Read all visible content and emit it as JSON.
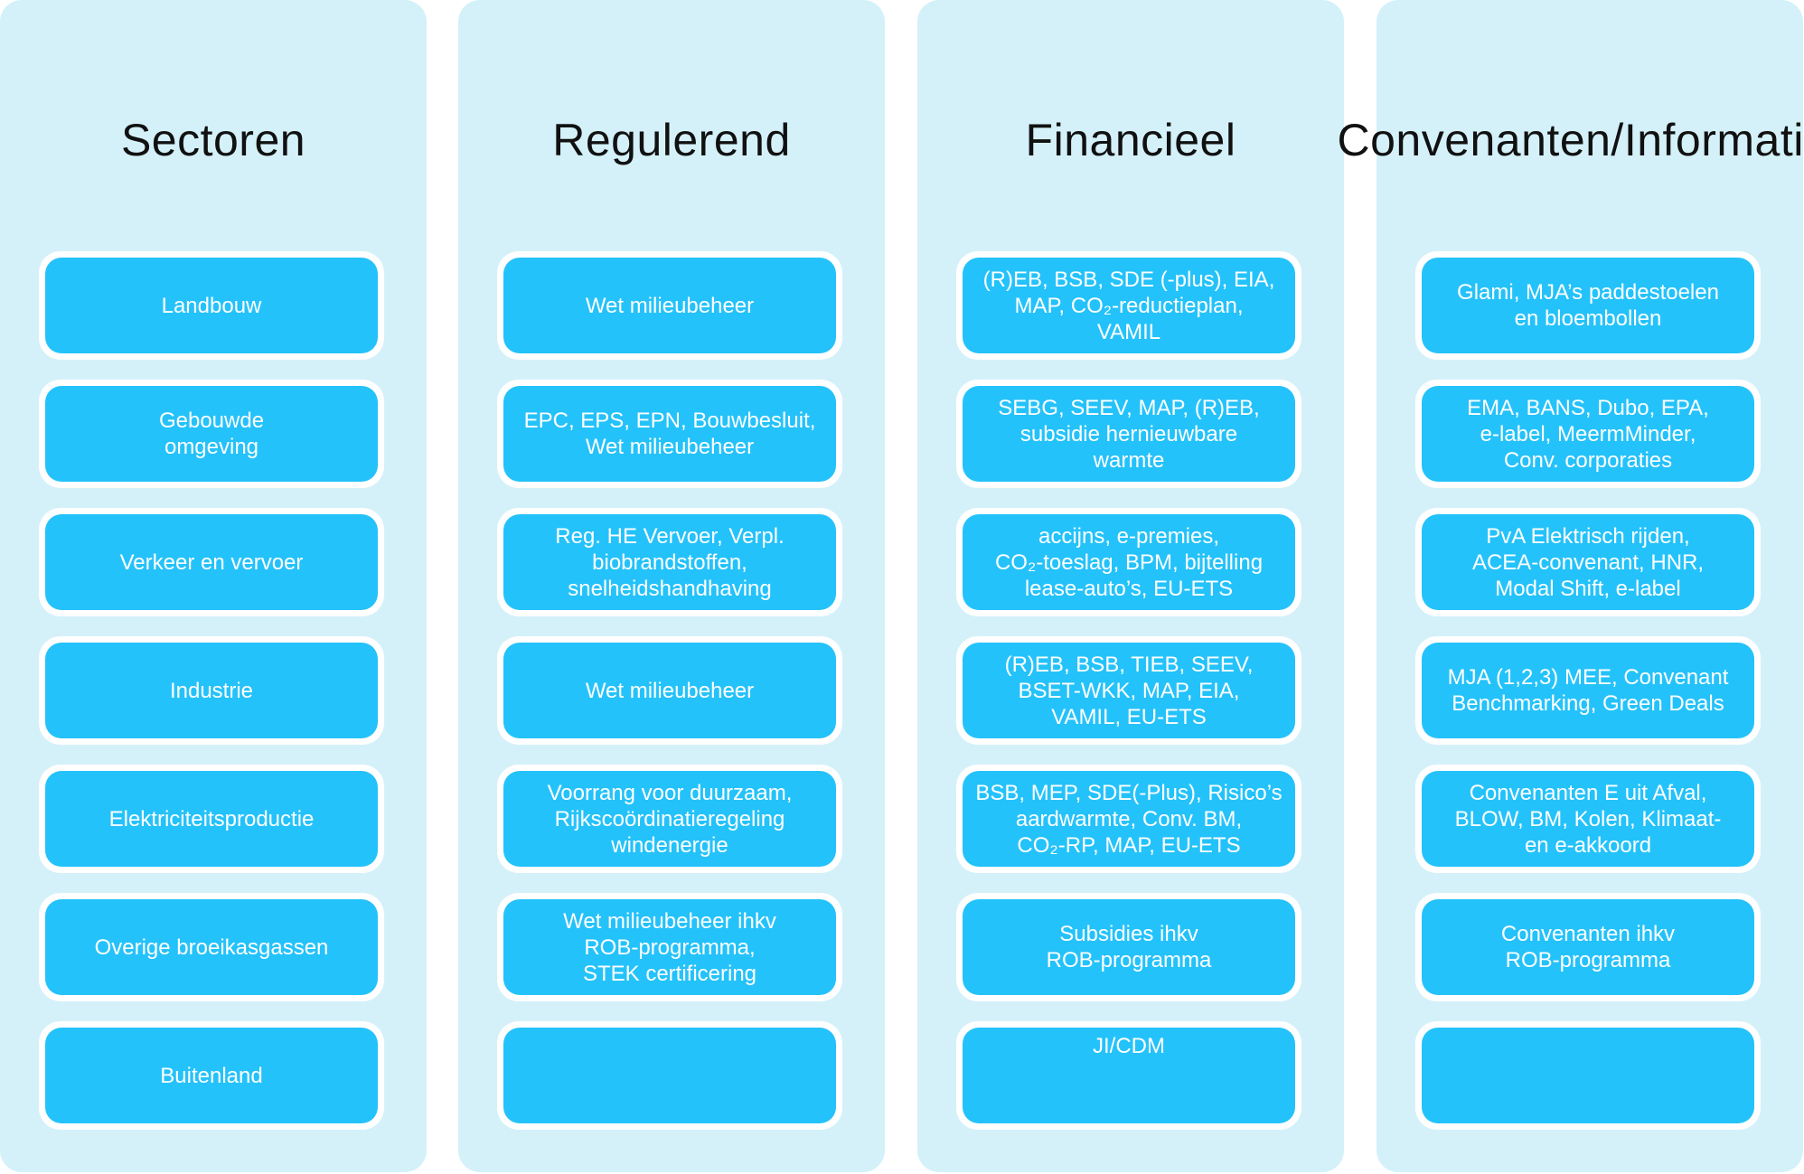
{
  "columns": [
    {
      "title_lines": [
        "Sectoren"
      ],
      "cells": [
        {
          "lines": [
            "Landbouw"
          ]
        },
        {
          "lines": [
            "Gebouwde",
            "omgeving"
          ]
        },
        {
          "lines": [
            "Verkeer en vervoer"
          ]
        },
        {
          "lines": [
            "Industrie"
          ]
        },
        {
          "lines": [
            "Elektriciteitsproductie"
          ]
        },
        {
          "lines": [
            "Overige broeikasgassen"
          ]
        },
        {
          "lines": [
            "Buitenland"
          ]
        }
      ]
    },
    {
      "title_lines": [
        "Regulerend"
      ],
      "cells": [
        {
          "lines": [
            "Wet milieubeheer"
          ]
        },
        {
          "lines": [
            "EPC, EPS, EPN, Bouwbesluit,",
            "Wet milieubeheer"
          ]
        },
        {
          "lines": [
            "Reg. HE Vervoer, Verpl.",
            "biobrandstoffen,",
            "snelheidshandhaving"
          ]
        },
        {
          "lines": [
            "Wet milieubeheer"
          ]
        },
        {
          "lines": [
            "Voorrang voor duurzaam,",
            "Rijkscoördinatieregeling",
            "windenergie"
          ]
        },
        {
          "lines": [
            "Wet milieubeheer ihkv",
            "ROB-programma,",
            "STEK certificering"
          ]
        },
        {
          "lines": []
        }
      ]
    },
    {
      "title_lines": [
        "Financieel"
      ],
      "cells": [
        {
          "lines": [
            "(R)EB, BSB, SDE (-plus), EIA,",
            "MAP, CO₂-reductieplan,",
            "VAMIL"
          ]
        },
        {
          "lines": [
            "SEBG, SEEV, MAP, (R)EB,",
            "subsidie hernieuwbare",
            "warmte"
          ]
        },
        {
          "lines": [
            "accijns, e-premies,",
            "CO₂-toeslag, BPM, bijtelling",
            "lease-auto’s, EU-ETS"
          ]
        },
        {
          "lines": [
            "(R)EB, BSB, TIEB, SEEV,",
            "BSET-WKK, MAP, EIA,",
            "VAMIL, EU-ETS"
          ]
        },
        {
          "lines": [
            "BSB, MEP, SDE(-Plus), Risico’s",
            "aardwarmte, Conv. BM,",
            "CO₂-RP, MAP, EU-ETS"
          ]
        },
        {
          "lines": [
            "Subsidies ihkv",
            "ROB-programma"
          ]
        },
        {
          "lines": [
            "JI/CDM"
          ],
          "align": "top"
        }
      ]
    },
    {
      "title_lines": [
        "Convenanten/",
        "Informatief"
      ],
      "cells": [
        {
          "lines": [
            "Glami, MJA’s paddestoelen",
            "en bloembollen"
          ]
        },
        {
          "lines": [
            "EMA, BANS, Dubo, EPA,",
            "e-label, MeermMinder,",
            "Conv. corporaties"
          ]
        },
        {
          "lines": [
            "PvA Elektrisch rijden,",
            "ACEA-convenant, HNR,",
            "Modal Shift, e-label"
          ]
        },
        {
          "lines": [
            "MJA (1,2,3) MEE, Convenant",
            "Benchmarking, Green Deals"
          ]
        },
        {
          "lines": [
            "Convenanten E uit Afval,",
            "BLOW, BM, Kolen, Klimaat-",
            "en e-akkoord"
          ]
        },
        {
          "lines": [
            "Convenanten ihkv",
            "ROB-programma"
          ]
        },
        {
          "lines": []
        }
      ]
    }
  ],
  "colors": {
    "column_background": "#d4f1fa",
    "cell_border": "#ffffff",
    "cell_fill": "#24c2fa",
    "cell_text": "#ffffff",
    "title_text": "#111111"
  }
}
